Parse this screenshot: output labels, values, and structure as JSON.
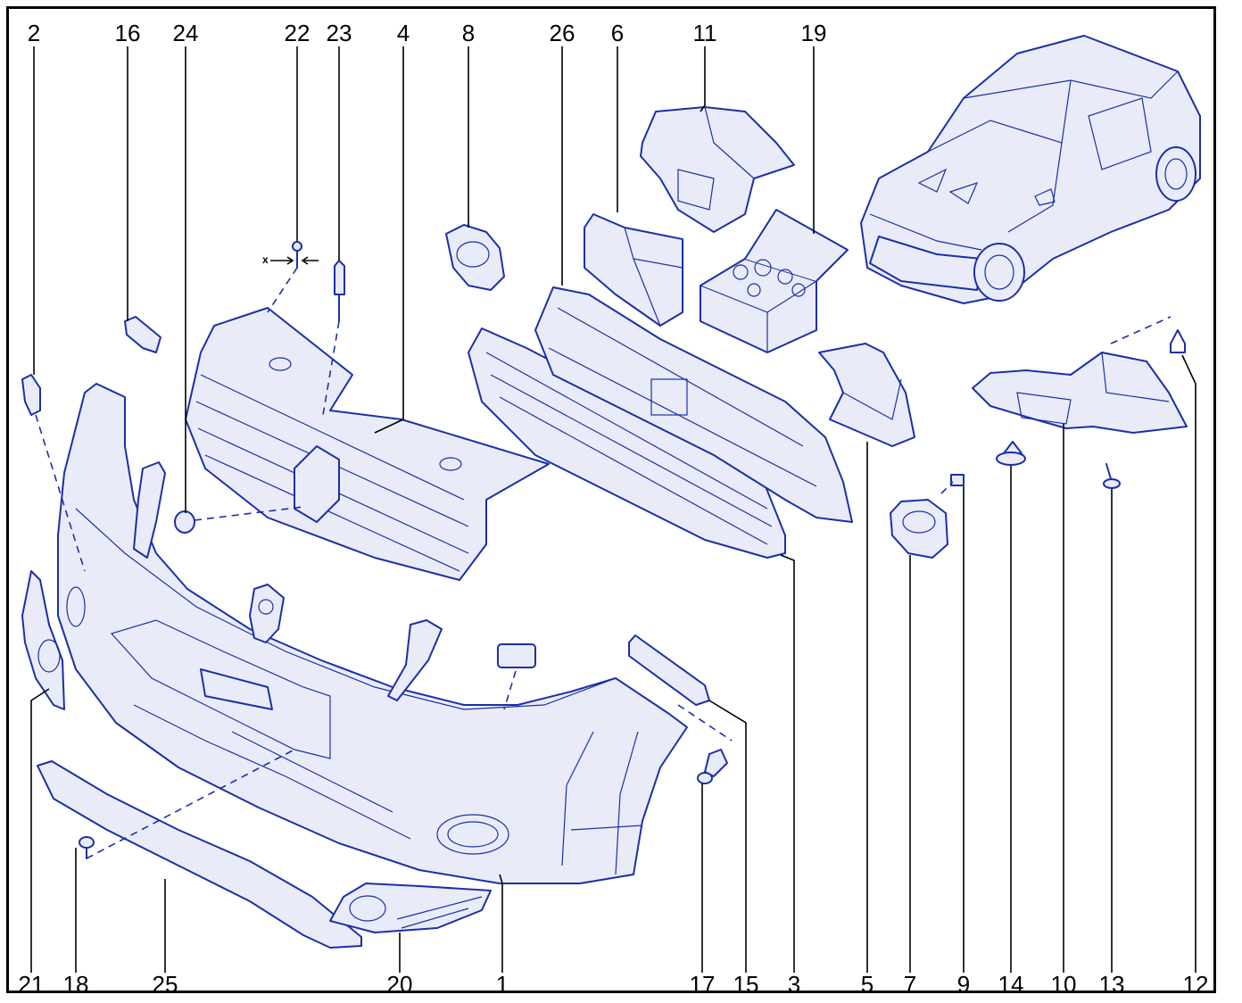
{
  "callouts_top": [
    "2",
    "16",
    "24",
    "22",
    "23",
    "4",
    "8",
    "26",
    "6",
    "11",
    "19"
  ],
  "callouts_bottom": [
    "21",
    "18",
    "25",
    "20",
    "1",
    "17",
    "15",
    "3",
    "5",
    "7",
    "9",
    "14",
    "10",
    "13",
    "12"
  ],
  "dimension_label": "x",
  "colors": {
    "line": "#1b2fa8",
    "fill": "#e9ecf8",
    "border": "#000000",
    "background": "#ffffff"
  }
}
